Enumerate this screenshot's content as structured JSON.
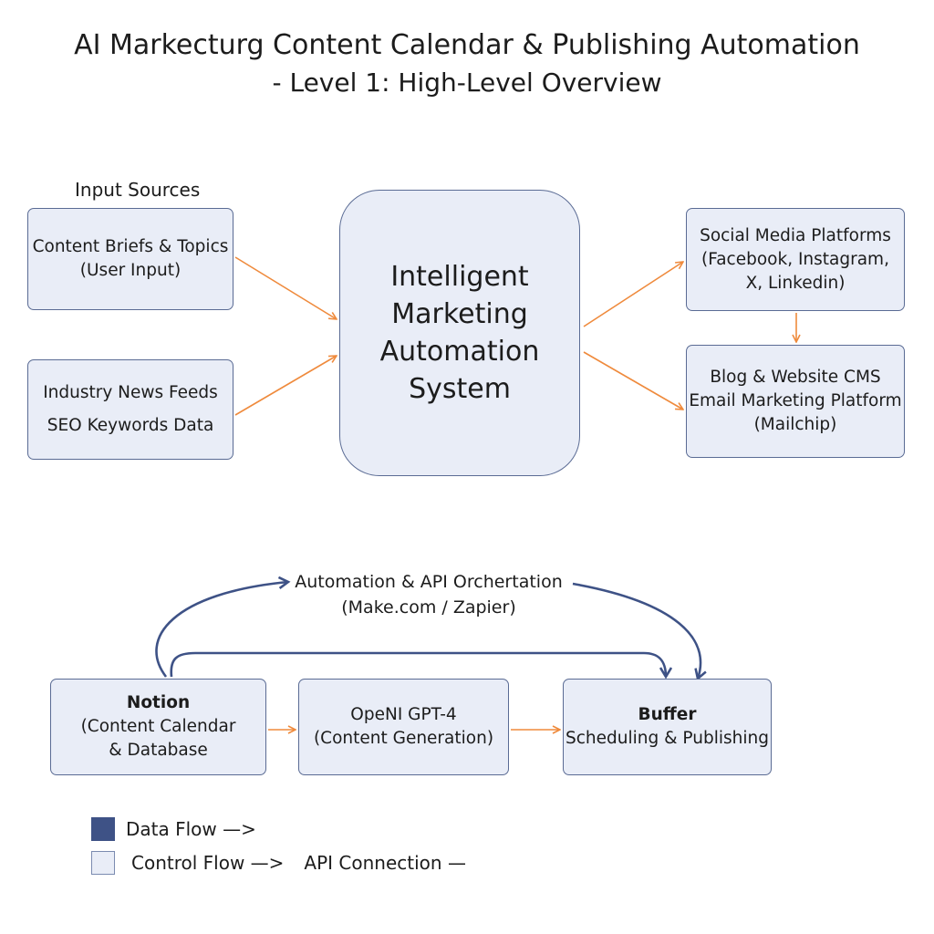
{
  "header": {
    "title": "AI Markecturg Content Calendar & Publishing Automation",
    "subtitle": "- Level 1: High-Level Overview"
  },
  "inputs": {
    "label": "Input Sources",
    "briefs": [
      "Content Briefs & Topics",
      "(User Input)"
    ],
    "feeds": [
      "Industry News Feeds",
      "SEO Keywords Data"
    ]
  },
  "core": {
    "lines": [
      "Intelligent",
      "Marketing",
      "Automation",
      "System"
    ]
  },
  "outputs": {
    "social": [
      "Social Media Platforms",
      "(Facebook, Instagram,",
      "X, Linkedin)"
    ],
    "channels": [
      "Blog & Website CMS",
      "Email Marketing Platform",
      "(Mailchip)"
    ]
  },
  "orchestration": {
    "lines": [
      "Automation & API Orchertation",
      "(Make.com / Zapier)"
    ]
  },
  "tools": {
    "notion": {
      "name": "Notion",
      "lines": [
        "(Content Calendar",
        "& Database"
      ]
    },
    "openai": {
      "lines": [
        "OpeNI GPT-4",
        "(Content Generation)"
      ]
    },
    "buffer": {
      "name": "Buffer",
      "lines": [
        "Scheduling & Publishing"
      ]
    }
  },
  "legend": {
    "data_flow": "Data Flow —>",
    "control_flow": "Control Flow —>",
    "api_connection": "API Connection —"
  },
  "colors": {
    "box_fill": "#e9edf7",
    "box_border": "#5a6b94",
    "arrow_orange": "#ef8a3c",
    "arrow_blue": "#3e5286"
  }
}
